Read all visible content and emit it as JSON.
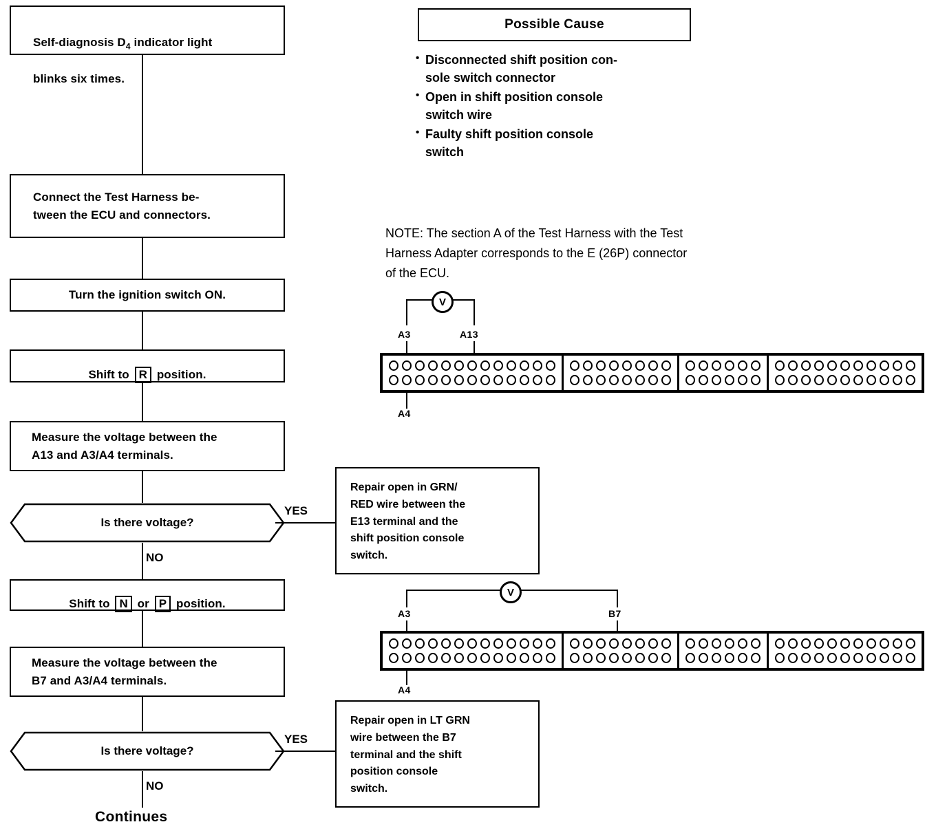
{
  "flow": {
    "start_box": {
      "line1": "Self-diagnosis D",
      "sub": "4",
      "line1b": " indicator light",
      "line2": "blinks six times."
    },
    "steps": [
      {
        "name": "connect-test-harness",
        "text": "Connect  the  Test  Harness  be-\ntween the ECU and connectors."
      },
      {
        "name": "ignition-on",
        "text": "Turn the ignition switch ON."
      },
      {
        "name": "measure-a13",
        "text": "Measure the voltage between the\nA13 and A3/A4 terminals."
      },
      {
        "name": "measure-b7",
        "text": "Measure the voltage between the\nB7 and A3/A4 terminals."
      }
    ],
    "shift_r": {
      "pre": "Shift to ",
      "key": "R",
      "post": " position."
    },
    "shift_np": {
      "pre": "Shift to ",
      "key1": "N",
      "mid": " or ",
      "key2": "P",
      "post": " position."
    },
    "decision1": "Is there voltage?",
    "decision2": "Is there voltage?",
    "yes_label_1": "YES",
    "no_label_1": "NO",
    "yes_label_2": "YES",
    "no_label_2": "NO",
    "continues": "Continues",
    "repair1": [
      "Repair  open  in  GRN/",
      "RED  wire  between  the",
      "E13  terminal  and  the",
      "shift  position  console",
      "switch."
    ],
    "repair2": [
      "Repair open in LT GRN",
      "wire  between  the  B7",
      "terminal  and  the  shift",
      "position         console",
      "switch."
    ]
  },
  "possible_cause": {
    "title": "Possible Cause",
    "bullet": "•",
    "items": [
      [
        "Disconnected  shift  position  con-",
        "sole switch connector"
      ],
      [
        "Open   in   shift   position   console",
        "switch wire"
      ],
      [
        "Faulty    shift    position    console",
        "switch"
      ]
    ]
  },
  "note": {
    "lines": [
      "NOTE:  The section A of the Test Harness with the Test",
      "Harness Adapter corresponds to the E (26P) connector",
      "of the ECU."
    ]
  },
  "connector_diagram_1": {
    "meter_label": "V",
    "labels": {
      "left_top": "A3",
      "right_top": "A13",
      "left_bottom": "A4"
    },
    "sections": [
      13,
      8,
      6,
      11
    ]
  },
  "connector_diagram_2": {
    "meter_label": "V",
    "labels": {
      "left_top": "A3",
      "right_top": "B7",
      "left_bottom": "A4"
    },
    "sections": [
      13,
      8,
      6,
      11
    ]
  },
  "colors": {
    "ink": "#000000",
    "paper": "#ffffff"
  }
}
